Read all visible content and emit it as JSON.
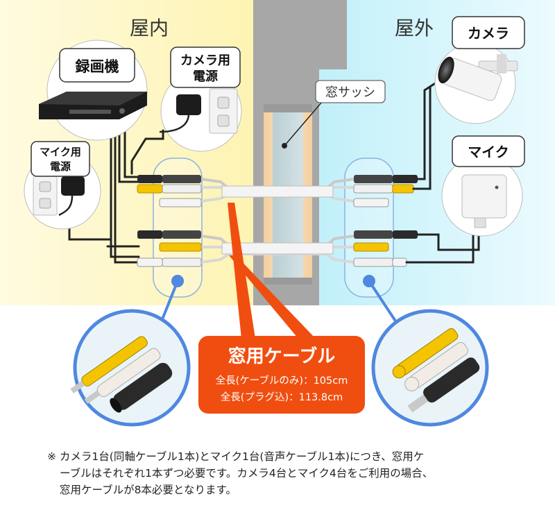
{
  "zones": {
    "indoor": "屋内",
    "outdoor": "屋外"
  },
  "devices": {
    "recorder": "録画機",
    "camera_power": [
      "カメラ用",
      "電源"
    ],
    "mic_power": [
      "マイク用",
      "電源"
    ],
    "camera": "カメラ",
    "mic": "マイク"
  },
  "window_sash": "窓サッシ",
  "cable": {
    "title": "窓用ケーブル",
    "spec_total": "全長(ケーブルのみ)：105cm",
    "spec_plug": "全長(プラグ込)：113.8cm"
  },
  "note": {
    "lines": [
      "※ カメラ1台(同軸ケーブル1本)とマイク1台(音声ケーブル1本)につき、窓用ケ",
      "ーブルはそれぞれ1本ずつ必要です。カメラ4台とマイク4台をご利用の場合、",
      "窓用ケーブルが8本必要となります。"
    ]
  },
  "colors": {
    "indoor_bg": "#fdf6c0",
    "outdoor_bg": "#d6f4fb",
    "wall": "#a9a9a9",
    "badge": "#f04e10",
    "highlight": "#4f88e0",
    "cable_yellow": "#f5c400"
  }
}
